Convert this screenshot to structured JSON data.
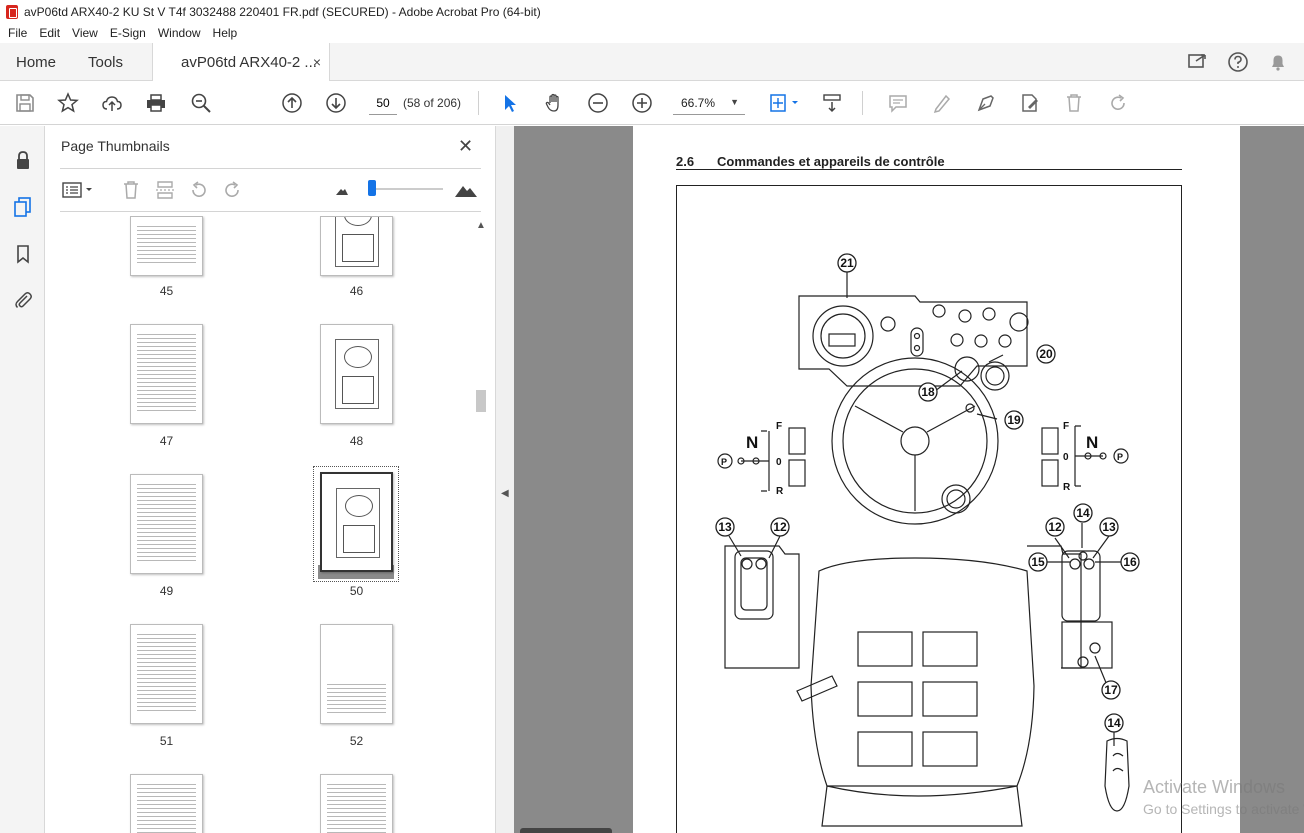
{
  "window": {
    "title": "avP06td ARX40-2 KU St V T4f 3032488 220401 FR.pdf (SECURED) - Adobe Acrobat Pro (64-bit)"
  },
  "menu": [
    "File",
    "Edit",
    "View",
    "E-Sign",
    "Window",
    "Help"
  ],
  "tabs": {
    "home": "Home",
    "tools": "Tools",
    "document": "avP06td ARX40-2 ...",
    "close": "×"
  },
  "toolbar": {
    "page_number": "50",
    "page_count": "(58 of 206)",
    "zoom": "66.7%",
    "zoom_caret": "▼"
  },
  "thumbnails_panel": {
    "title": "Page Thumbnails",
    "close": "✕",
    "pages": [
      "45",
      "46",
      "47",
      "48",
      "49",
      "50",
      "51",
      "52"
    ],
    "selected_page": "50"
  },
  "document": {
    "section_number": "2.6",
    "section_title": "Commandes et appareils de contrôle",
    "callouts": [
      "21",
      "20",
      "18",
      "19",
      "13",
      "12",
      "12",
      "14",
      "13",
      "15",
      "16",
      "17",
      "14"
    ],
    "shift_left": {
      "neutral": "N",
      "forward": "F",
      "zero": "0",
      "reverse": "R",
      "park": "P"
    },
    "shift_right": {
      "neutral": "N",
      "forward": "F",
      "zero": "0",
      "reverse": "R",
      "park": "P"
    }
  },
  "watermark": {
    "line1": "Activate Windows",
    "line2": "Go to Settings to activate Windows."
  }
}
